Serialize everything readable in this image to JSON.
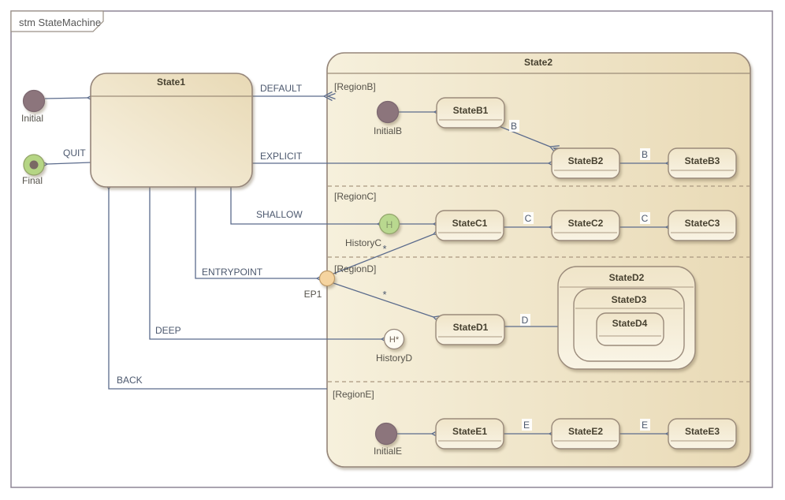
{
  "frame": {
    "title": "stm StateMachine"
  },
  "state1": {
    "title": "State1"
  },
  "state2": {
    "title": "State2",
    "region_b": {
      "label": "[RegionB]"
    },
    "region_c": {
      "label": "[RegionC]"
    },
    "region_d": {
      "label": "[RegionD]"
    },
    "region_e": {
      "label": "[RegionE]"
    }
  },
  "states": {
    "b1": "StateB1",
    "b2": "StateB2",
    "b3": "StateB3",
    "c1": "StateC1",
    "c2": "StateC2",
    "c3": "StateC3",
    "d1": "StateD1",
    "d2": "StateD2",
    "d3": "StateD3",
    "d4": "StateD4",
    "e1": "StateE1",
    "e2": "StateE2",
    "e3": "StateE3"
  },
  "pseudostates": {
    "initial": "Initial",
    "final": "Final",
    "initial_b": "InitialB",
    "history_c": "HistoryC",
    "history_c_glyph": "H",
    "ep1": "EP1",
    "history_d": "HistoryD",
    "history_d_glyph": "H*",
    "initial_e": "InitialE"
  },
  "transitions": {
    "default": "DEFAULT",
    "explicit": "EXPLICIT",
    "shallow": "SHALLOW",
    "entrypoint": "ENTRYPOINT",
    "deep": "DEEP",
    "back": "BACK",
    "quit": "QUIT",
    "b1_b2": "B",
    "b2_b3": "B",
    "c1_c2": "C",
    "c2_c3": "C",
    "ep1_c1": "*",
    "ep1_d1": "*",
    "d1_d4": "D",
    "e1_e2": "E",
    "e2_e3": "E"
  },
  "colors": {
    "connector": "#5b6b8c",
    "state_border": "#96867a",
    "state_fill_light": "#f7f1e0",
    "state_fill_dark": "#e9dab6",
    "history_fill": "#b9d88f",
    "entrypoint_fill": "#f5d4a0",
    "initial_fill": "#8c757c",
    "final_ring_fill": "#b5d584",
    "final_dot_fill": "#7a6964",
    "region_line": "#aa9880"
  }
}
